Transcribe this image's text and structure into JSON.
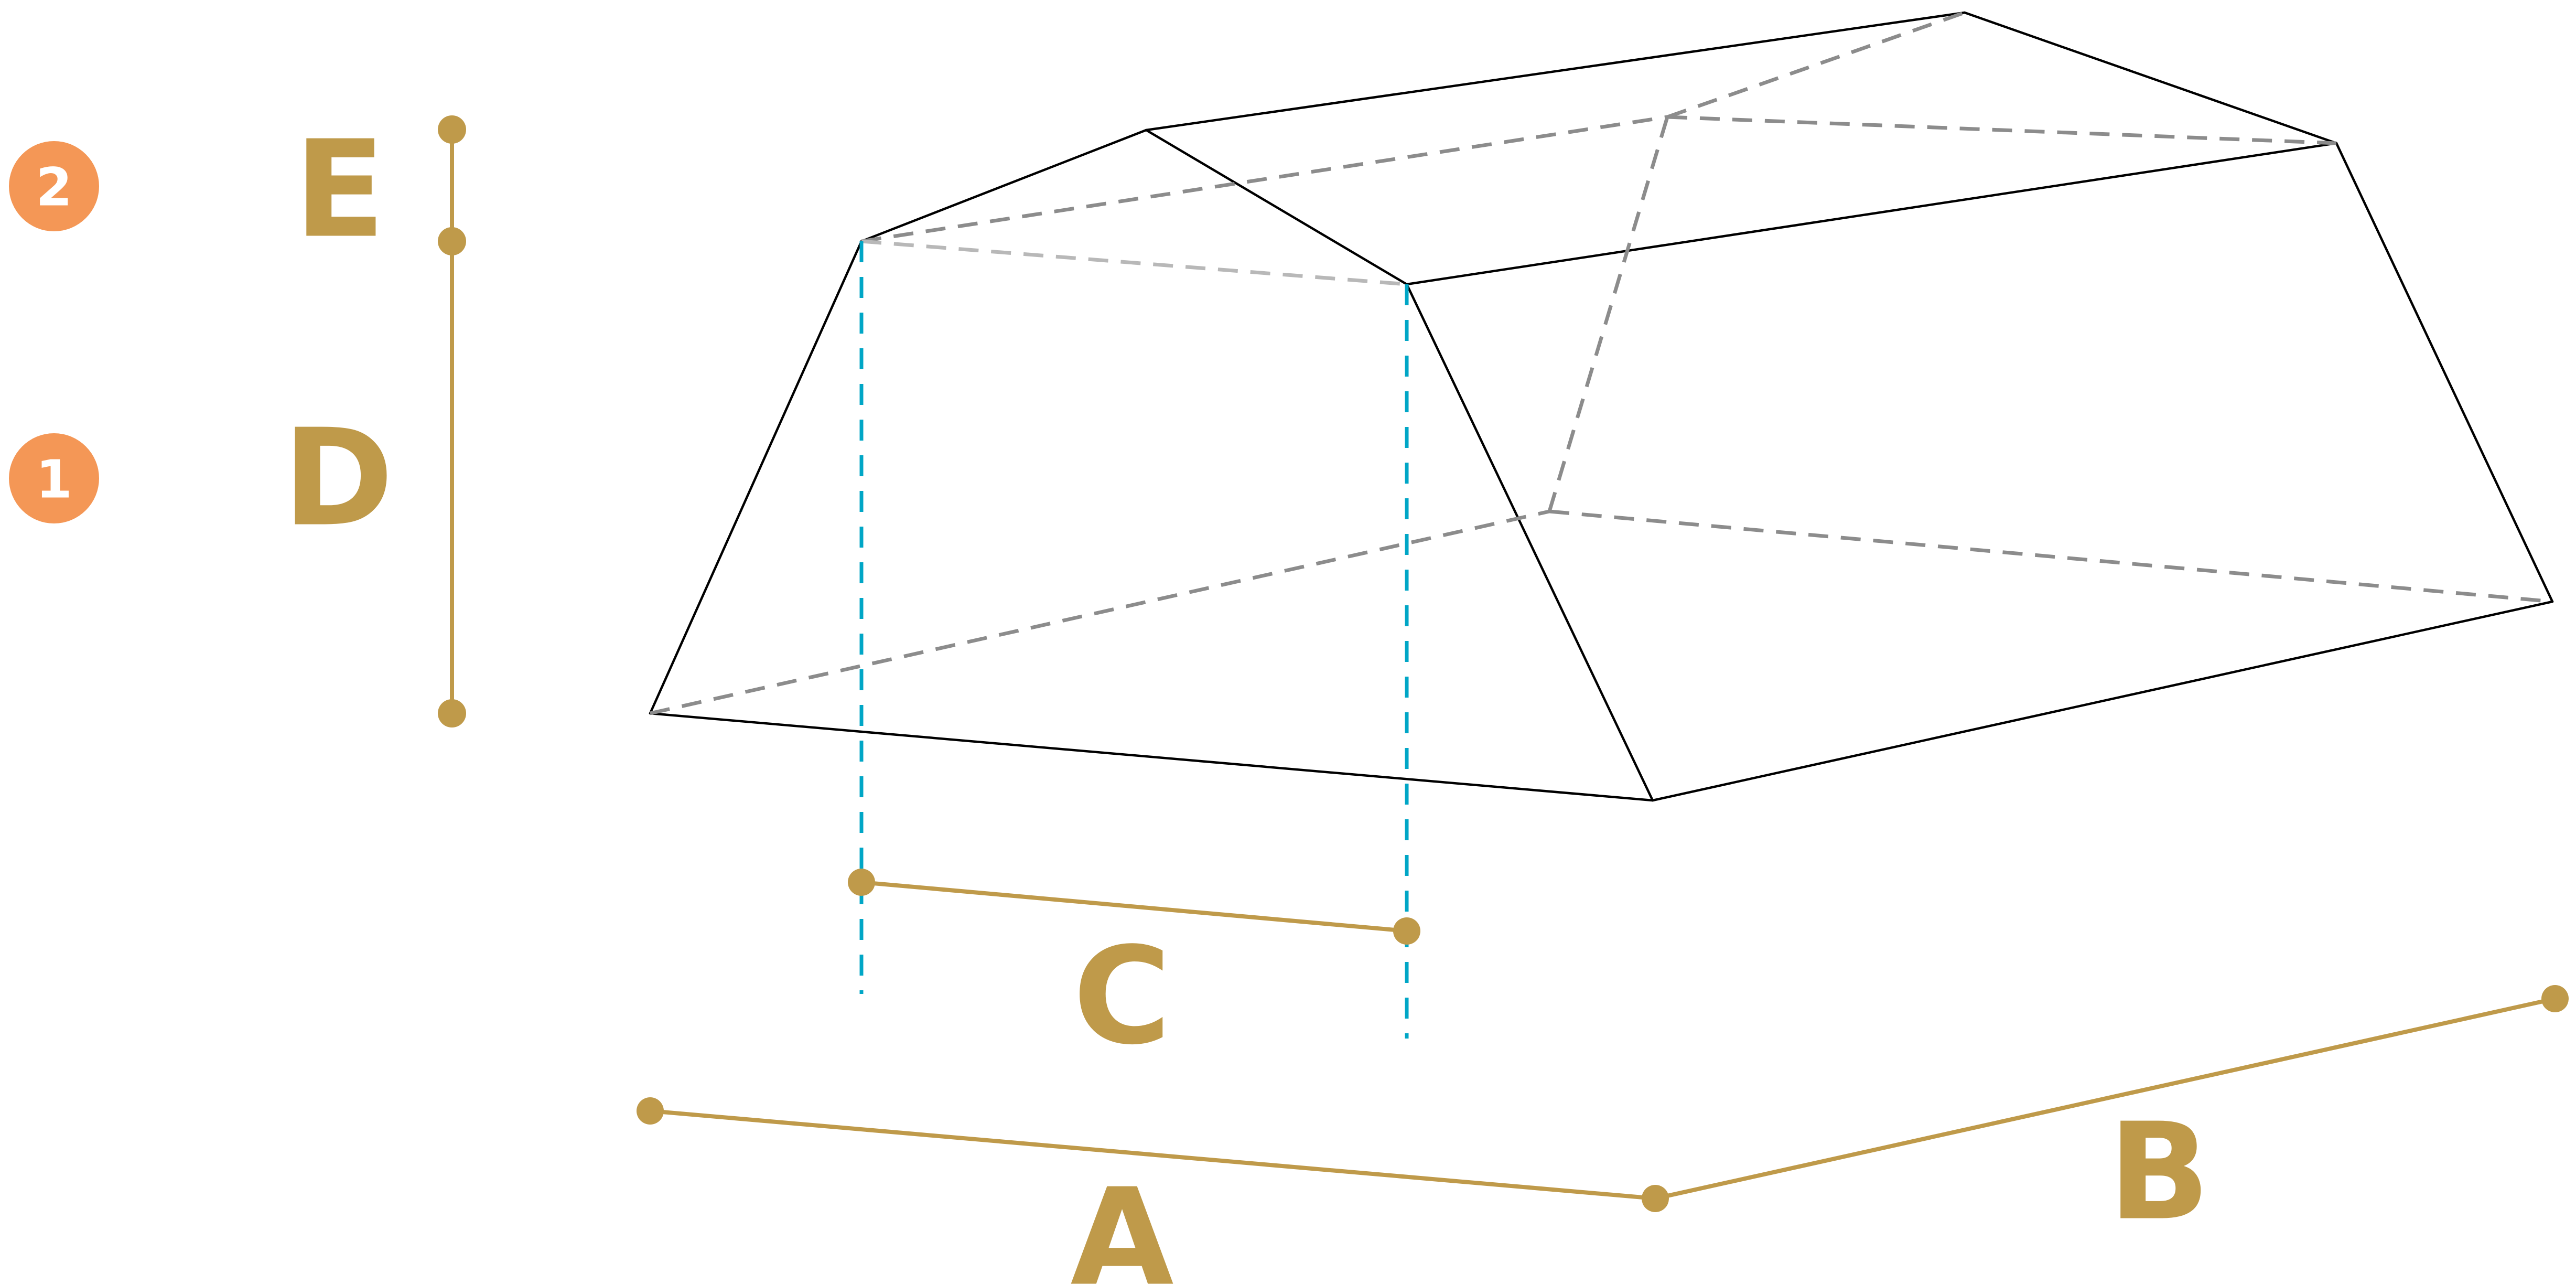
{
  "colors": {
    "dimension": "#BF9A4A",
    "badge": "#F49756",
    "edge": "#000000",
    "hidden_edge": "#8C8C8C",
    "hidden_edge_light": "#B8B8B8",
    "guide": "#00A6C6"
  },
  "badges": [
    {
      "label": "2"
    },
    {
      "label": "1"
    }
  ],
  "dimensions": {
    "A": "A",
    "B": "B",
    "C": "C",
    "D": "D",
    "E": "E"
  }
}
